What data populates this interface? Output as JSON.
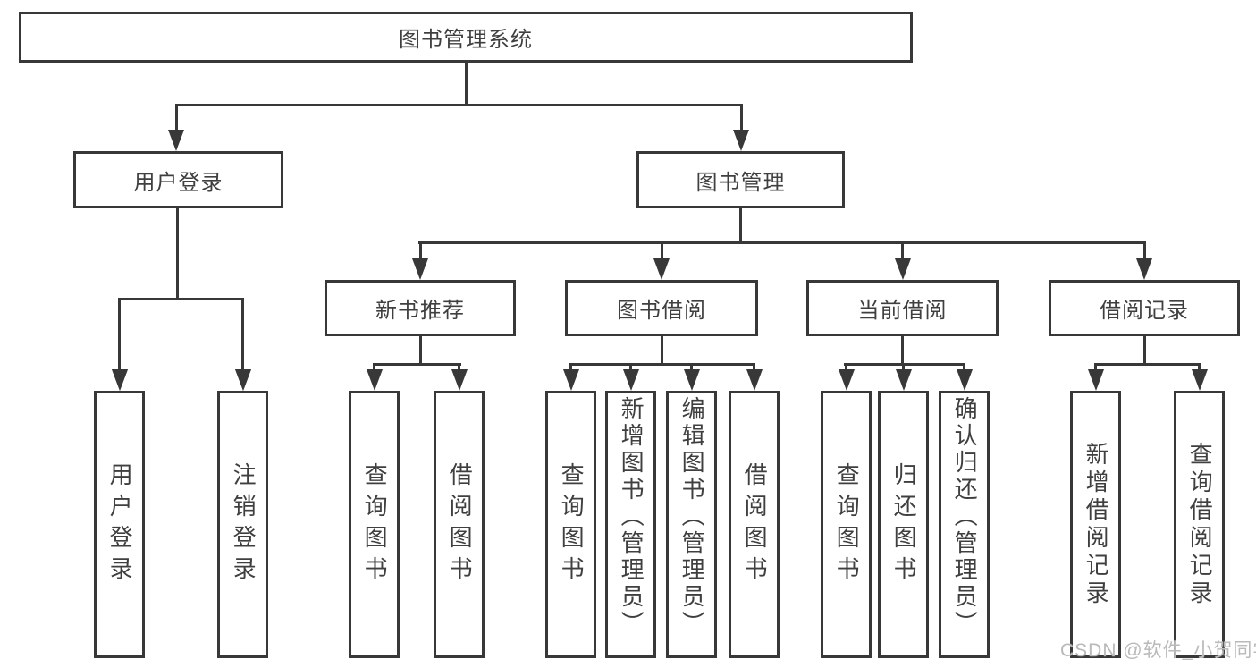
{
  "tree": {
    "root": {
      "label": "图书管理系统"
    },
    "level2": [
      {
        "label": "用户登录"
      },
      {
        "label": "图书管理"
      }
    ],
    "level3": [
      {
        "label": "新书推荐"
      },
      {
        "label": "图书借阅"
      },
      {
        "label": "当前借阅"
      },
      {
        "label": "借阅记录"
      }
    ],
    "leaves": [
      {
        "label": "用户登录"
      },
      {
        "label": "注销登录"
      },
      {
        "label": "查询图书"
      },
      {
        "label": "借阅图书"
      },
      {
        "label": "查询图书"
      },
      {
        "label": "新增图书（管理员）"
      },
      {
        "label": "编辑图书（管理员）"
      },
      {
        "label": "借阅图书"
      },
      {
        "label": "查询图书"
      },
      {
        "label": "归还图书"
      },
      {
        "label": "确认归还（管理员）"
      },
      {
        "label": "新增借阅记录"
      },
      {
        "label": "查询借阅记录"
      }
    ]
  },
  "watermark": {
    "text": "CSDN @软件_小贺同学"
  },
  "colors": {
    "line": "#383838",
    "text": "#3f3f3f",
    "watermark": "#b9b9b9",
    "background": "#ffffff"
  }
}
